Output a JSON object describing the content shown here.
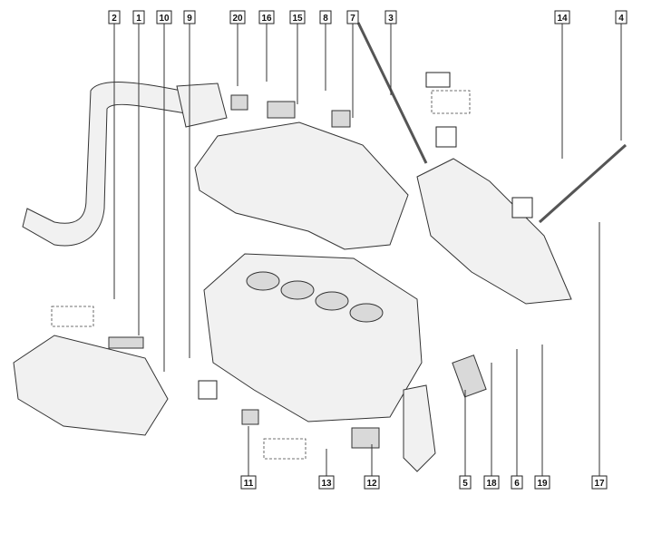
{
  "diagram": {
    "top_labels": [
      "2",
      "1",
      "10",
      "9",
      "20",
      "16",
      "15",
      "8",
      "7",
      "3",
      "14",
      "4"
    ],
    "bottom_labels": [
      "11",
      "13",
      "12",
      "5",
      "18",
      "6",
      "19",
      "17"
    ]
  }
}
